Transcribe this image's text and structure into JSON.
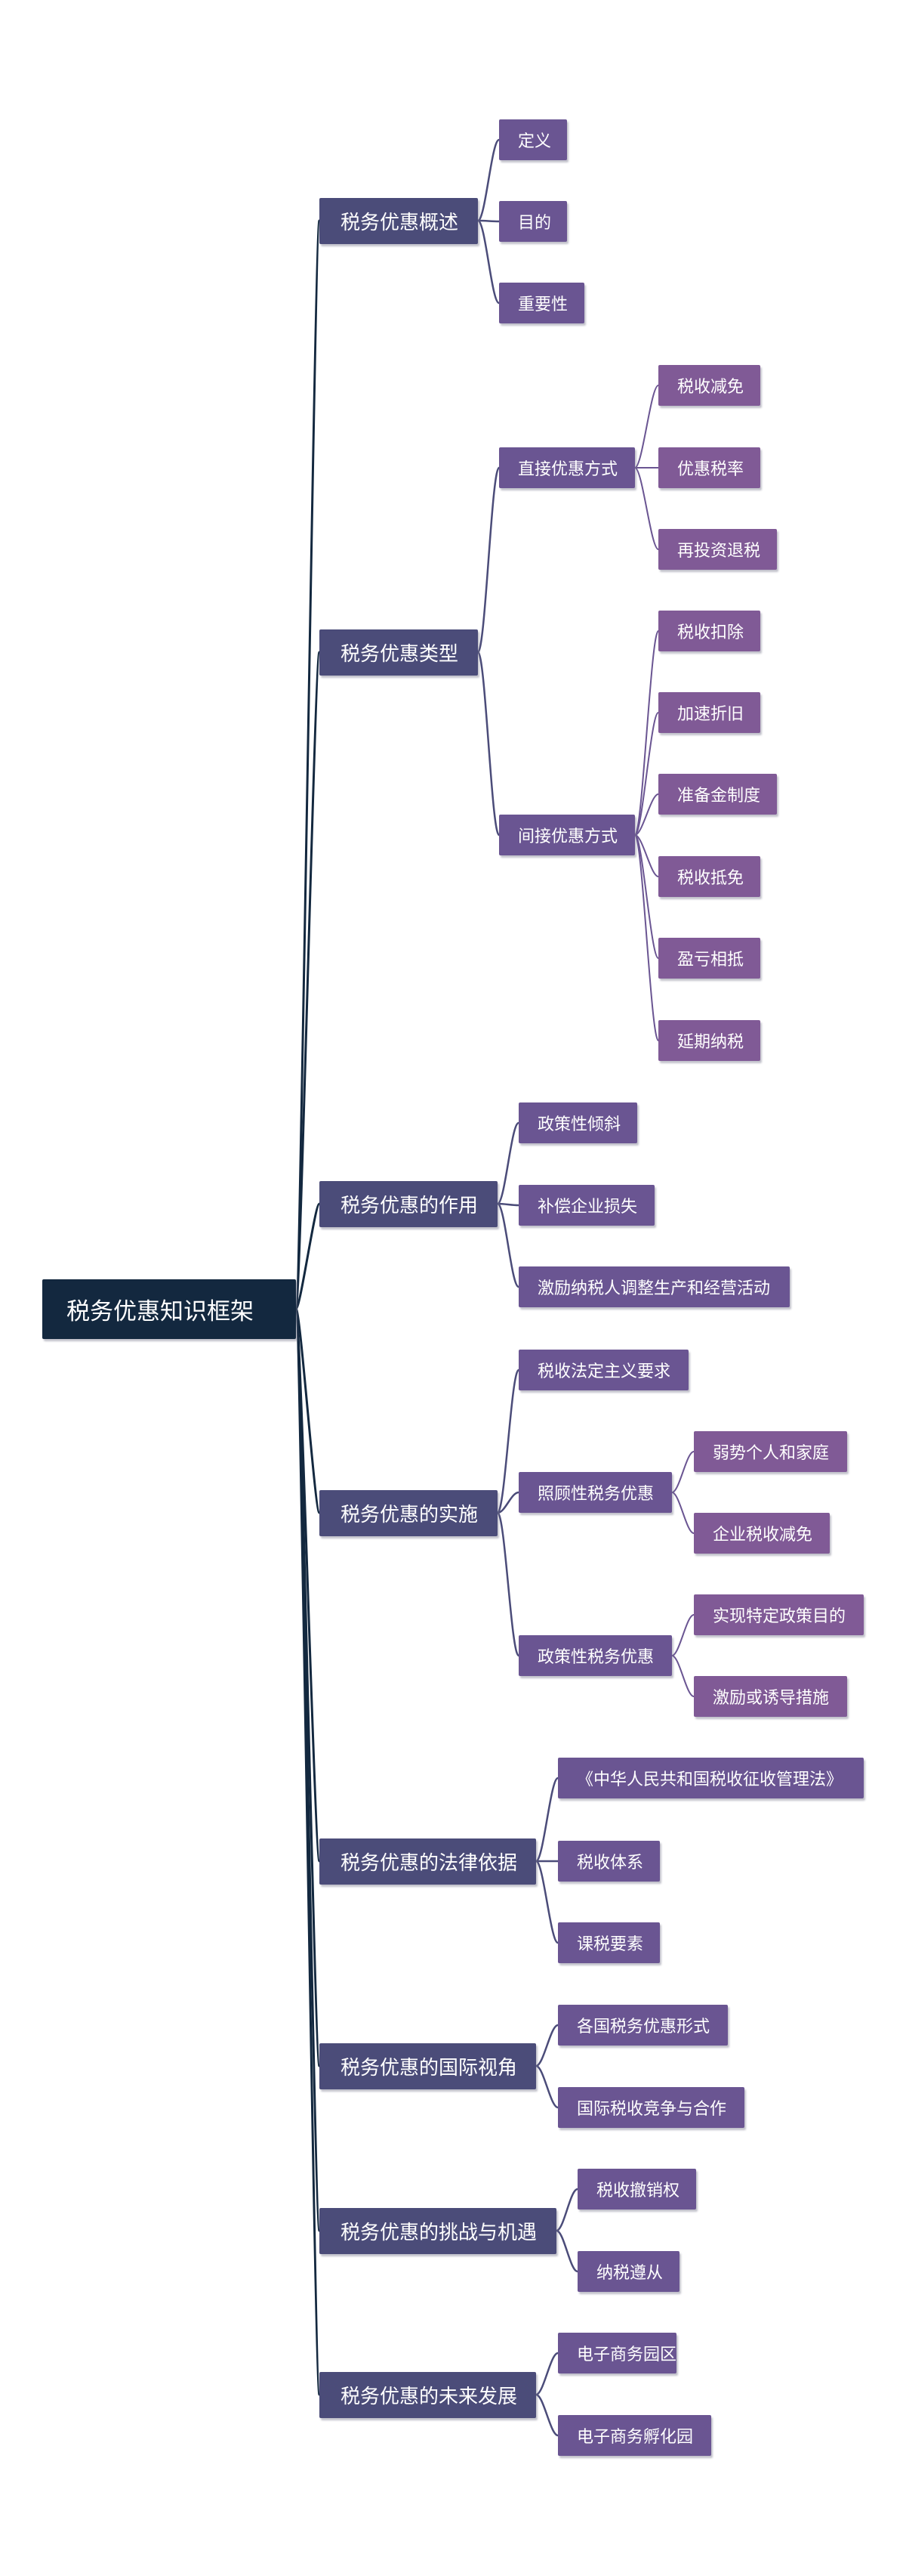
{
  "root": {
    "label": "税务优惠知识框架"
  },
  "l1": [
    {
      "label": "税务优惠概述"
    },
    {
      "label": "税务优惠类型"
    },
    {
      "label": "税务优惠的作用"
    },
    {
      "label": "税务优惠的实施"
    },
    {
      "label": "税务优惠的法律依据"
    },
    {
      "label": "税务优惠的国际视角"
    },
    {
      "label": "税务优惠的挑战与机遇"
    },
    {
      "label": "税务优惠的未来发展"
    }
  ],
  "l2": [
    {
      "label": "定义"
    },
    {
      "label": "目的"
    },
    {
      "label": "重要性"
    },
    {
      "label": "直接优惠方式"
    },
    {
      "label": "间接优惠方式"
    },
    {
      "label": "政策性倾斜"
    },
    {
      "label": "补偿企业损失"
    },
    {
      "label": "激励纳税人调整生产和经营活动"
    },
    {
      "label": "税收法定主义要求"
    },
    {
      "label": "照顾性税务优惠"
    },
    {
      "label": "政策性税务优惠"
    },
    {
      "label": "《中华人民共和国税收征收管理法》"
    },
    {
      "label": "税收体系"
    },
    {
      "label": "课税要素"
    },
    {
      "label": "各国税务优惠形式"
    },
    {
      "label": "国际税收竞争与合作"
    },
    {
      "label": "税收撤销权"
    },
    {
      "label": "纳税遵从"
    },
    {
      "label": "电子商务园区"
    },
    {
      "label": "电子商务孵化园"
    }
  ],
  "l3": [
    {
      "label": "税收减免"
    },
    {
      "label": "优惠税率"
    },
    {
      "label": "再投资退税"
    },
    {
      "label": "税收扣除"
    },
    {
      "label": "加速折旧"
    },
    {
      "label": "准备金制度"
    },
    {
      "label": "税收抵免"
    },
    {
      "label": "盈亏相抵"
    },
    {
      "label": "延期纳税"
    },
    {
      "label": "弱势个人和家庭"
    },
    {
      "label": "企业税收减免"
    },
    {
      "label": "实现特定政策目的"
    },
    {
      "label": "激励或诱导措施"
    }
  ],
  "colors": {
    "root": "#13283f",
    "l1": "#4b4c79",
    "l2": "#6a5592",
    "l3": "#805a96",
    "line_root": "#13283f",
    "line_l1": "#4b4c79",
    "line_l2": "#6a5592"
  }
}
